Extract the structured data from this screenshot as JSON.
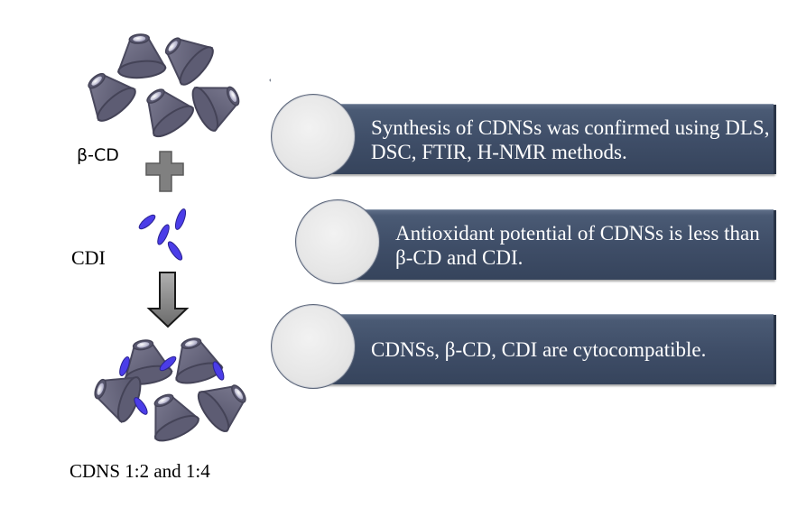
{
  "left_panel": {
    "beta_cd_label": "β-CD",
    "cdi_label": "CDI",
    "product_label": "CDNS 1:2 and 1:4",
    "plus_icon": "plus-icon",
    "arrow_icon": "arrow-down-icon",
    "colors": {
      "cone": "#6b6a80",
      "cone_dark": "#4e4d63",
      "cdi": "#4b3de8",
      "plus": "#808080",
      "arrow": "#7a7a7a"
    }
  },
  "findings": [
    {
      "text": "Synthesis of CDNSs was confirmed using DLS, DSC, FTIR, H-NMR methods."
    },
    {
      "text": "Antioxidant potential of CDNSs is less than β-CD and CDI."
    },
    {
      "text": "CDNSs, β-CD, CDI are cytocompatible."
    }
  ],
  "colors": {
    "banner": "#3f4e68",
    "circle": "#e6e6e6",
    "connector": "#7a8291"
  }
}
